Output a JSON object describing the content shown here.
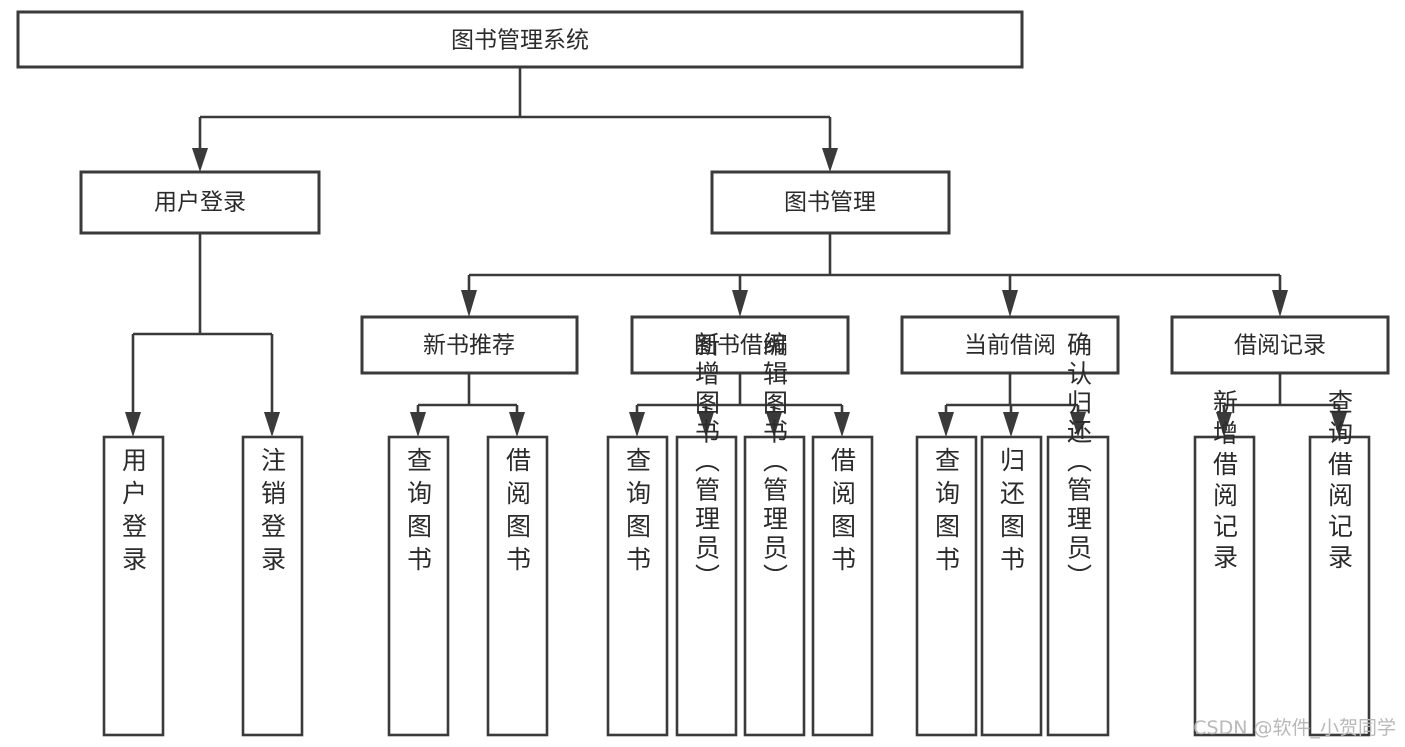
{
  "diagram": {
    "type": "tree",
    "title": "图书管理系统",
    "orientation": "top-down",
    "background_color": "#ffffff",
    "line_color": "#3a3a3a",
    "text_color": "#2b2b2b",
    "nodes": {
      "root": {
        "label": "图书管理系统",
        "level": 0
      },
      "l1_a": {
        "label": "用户登录",
        "level": 1
      },
      "l1_b": {
        "label": "图书管理",
        "level": 1
      },
      "l2_a": {
        "label": "新书推荐",
        "level": 2
      },
      "l2_b": {
        "label": "图书借阅",
        "level": 2
      },
      "l2_c": {
        "label": "当前借阅",
        "level": 2
      },
      "l2_d": {
        "label": "借阅记录",
        "level": 2
      },
      "leaf_1": {
        "label": "用户登录",
        "level": 3
      },
      "leaf_2": {
        "label": "注销登录",
        "level": 3
      },
      "leaf_3": {
        "label": "查询图书",
        "level": 3
      },
      "leaf_4": {
        "label": "借阅图书",
        "level": 3
      },
      "leaf_5": {
        "label": "查询图书",
        "level": 3
      },
      "leaf_6": {
        "label": "新增图书（管理员）",
        "level": 3
      },
      "leaf_7": {
        "label": "编辑图书（管理员）",
        "level": 3
      },
      "leaf_8": {
        "label": "借阅图书",
        "level": 3
      },
      "leaf_9": {
        "label": "查询图书",
        "level": 3
      },
      "leaf_10": {
        "label": "归还图书",
        "level": 3
      },
      "leaf_11": {
        "label": "确认归还（管理员）",
        "level": 3
      },
      "leaf_12": {
        "label": "新增借阅记录",
        "level": 3
      },
      "leaf_13": {
        "label": "查询借阅记录",
        "level": 3
      }
    },
    "edges": [
      {
        "from": "root",
        "to": "l1_a"
      },
      {
        "from": "root",
        "to": "l1_b"
      },
      {
        "from": "l1_a",
        "to": "leaf_1"
      },
      {
        "from": "l1_a",
        "to": "leaf_2"
      },
      {
        "from": "l1_b",
        "to": "l2_a"
      },
      {
        "from": "l1_b",
        "to": "l2_b"
      },
      {
        "from": "l1_b",
        "to": "l2_c"
      },
      {
        "from": "l1_b",
        "to": "l2_d"
      },
      {
        "from": "l2_a",
        "to": "leaf_3"
      },
      {
        "from": "l2_a",
        "to": "leaf_4"
      },
      {
        "from": "l2_b",
        "to": "leaf_5"
      },
      {
        "from": "l2_b",
        "to": "leaf_6"
      },
      {
        "from": "l2_b",
        "to": "leaf_7"
      },
      {
        "from": "l2_b",
        "to": "leaf_8"
      },
      {
        "from": "l2_c",
        "to": "leaf_9"
      },
      {
        "from": "l2_c",
        "to": "leaf_10"
      },
      {
        "from": "l2_c",
        "to": "leaf_11"
      },
      {
        "from": "l2_d",
        "to": "leaf_12"
      },
      {
        "from": "l2_d",
        "to": "leaf_13"
      }
    ]
  },
  "watermark": {
    "text": "CSDN @软件_小贺同学"
  }
}
